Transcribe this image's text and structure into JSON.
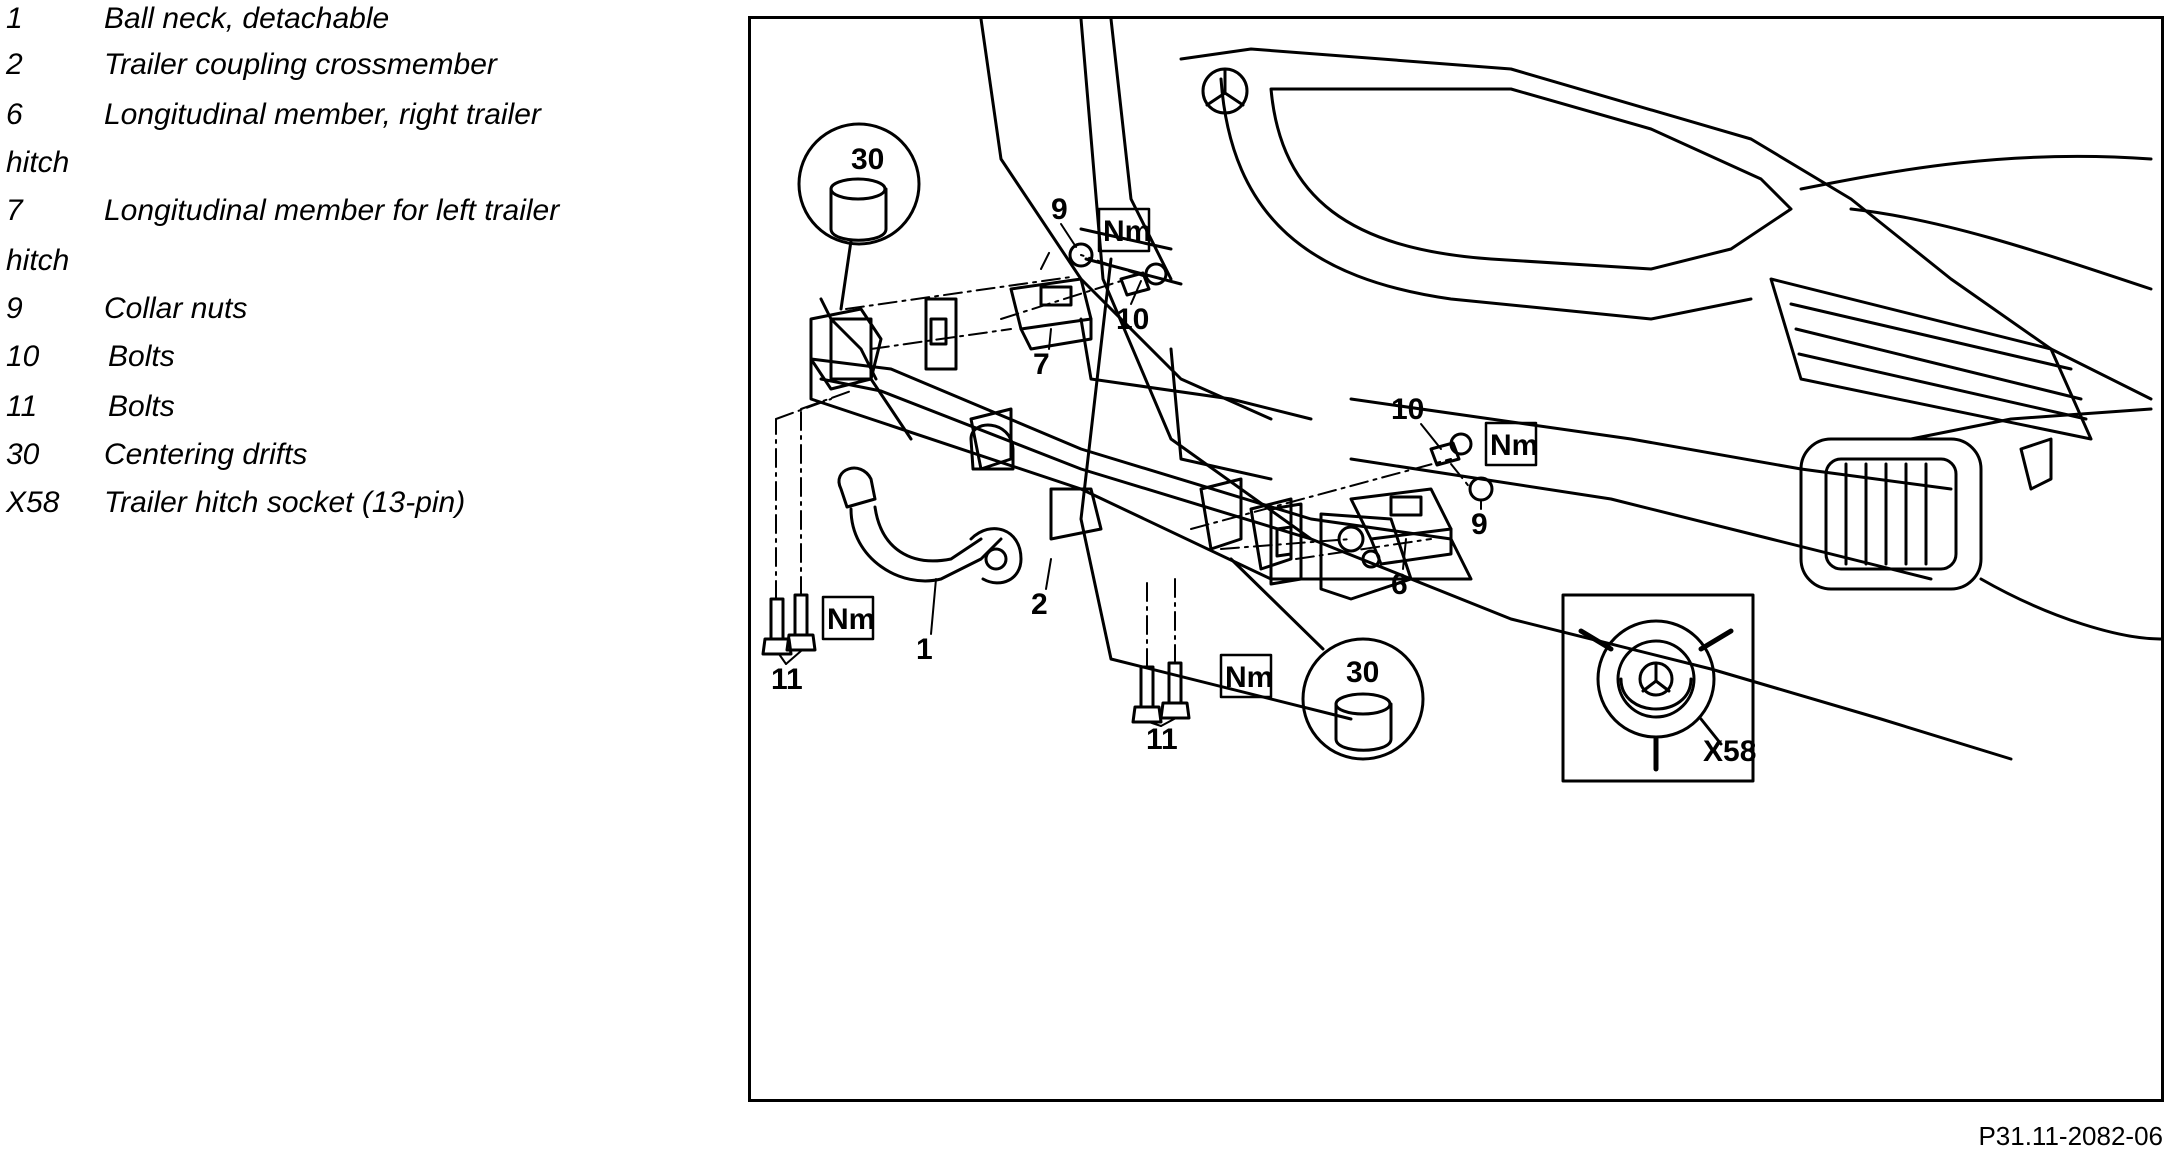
{
  "legend": [
    {
      "num": "1",
      "text": "Ball neck, detachable"
    },
    {
      "num": "2",
      "text": "Trailer coupling crossmember"
    },
    {
      "num": "6",
      "text": "Longitudinal member, right trailer",
      "wrap": "hitch"
    },
    {
      "num": "7",
      "text": "Longitudinal member for left trailer",
      "wrap": "hitch"
    },
    {
      "num": "9",
      "text": "Collar nuts"
    },
    {
      "num": "10",
      "text": "Bolts"
    },
    {
      "num": "11",
      "text": "Bolts"
    },
    {
      "num": "30",
      "text": "Centering drifts"
    },
    {
      "num": "X58",
      "text": "Trailer hitch socket (13-pin)"
    }
  ],
  "diagram": {
    "callouts": {
      "c1": "1",
      "c2": "2",
      "c6": "6",
      "c7": "7",
      "c9a": "9",
      "c9b": "9",
      "c10a": "10",
      "c10b": "10",
      "c11a": "11",
      "c11b": "11",
      "c30a": "30",
      "c30b": "30",
      "cx58": "X58"
    },
    "torque_label": "Nm"
  },
  "figure_ref": "P31.11-2082-06"
}
